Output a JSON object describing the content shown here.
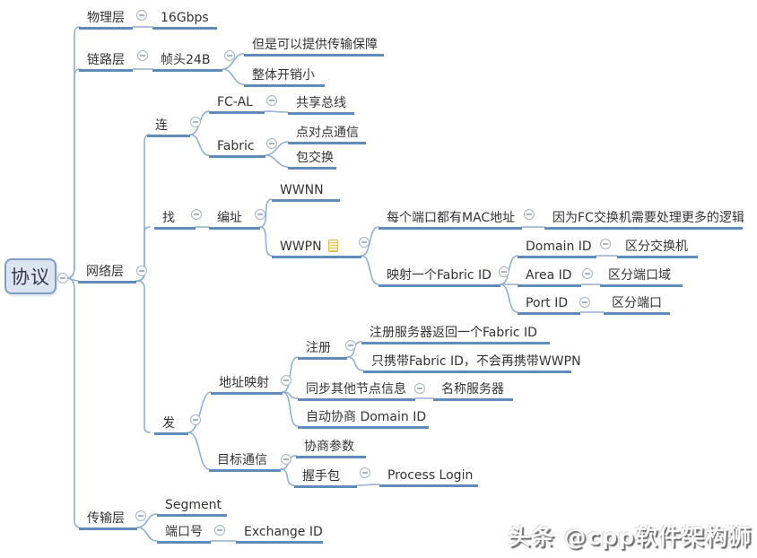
{
  "mindmap": {
    "root": {
      "label": "协议",
      "children": [
        {
          "label": "物理层",
          "children": [
            {
              "label": "16Gbps"
            }
          ]
        },
        {
          "label": "链路层",
          "children": [
            {
              "label": "帧头24B",
              "children": [
                {
                  "label": "但是可以提供传输保障"
                },
                {
                  "label": "整体开销小"
                }
              ]
            }
          ]
        },
        {
          "label": "网络层",
          "children": [
            {
              "label": "连",
              "children": [
                {
                  "label": "FC-AL",
                  "children": [
                    {
                      "label": "共享总线"
                    }
                  ]
                },
                {
                  "label": "Fabric",
                  "children": [
                    {
                      "label": "点对点通信"
                    },
                    {
                      "label": "包交换"
                    }
                  ]
                }
              ]
            },
            {
              "label": "找",
              "children": [
                {
                  "label": "编址",
                  "children": [
                    {
                      "label": "WWNN"
                    },
                    {
                      "label": "WWPN",
                      "has_note": true,
                      "children": [
                        {
                          "label": "每个端口都有MAC地址",
                          "children": [
                            {
                              "label": "因为FC交换机需要处理更多的逻辑"
                            }
                          ]
                        },
                        {
                          "label": "映射一个Fabric ID",
                          "children": [
                            {
                              "label": "Domain ID",
                              "children": [
                                {
                                  "label": "区分交换机"
                                }
                              ]
                            },
                            {
                              "label": "Area ID",
                              "children": [
                                {
                                  "label": "区分端口域"
                                }
                              ]
                            },
                            {
                              "label": "Port ID",
                              "children": [
                                {
                                  "label": "区分端口"
                                }
                              ]
                            }
                          ]
                        }
                      ]
                    }
                  ]
                }
              ]
            },
            {
              "label": "发",
              "children": [
                {
                  "label": "地址映射",
                  "children": [
                    {
                      "label": "注册",
                      "children": [
                        {
                          "label": "注册服务器返回一个Fabric ID"
                        },
                        {
                          "label": "只携带Fabric ID，不会再携带WWPN"
                        }
                      ]
                    },
                    {
                      "label": "同步其他节点信息",
                      "children": [
                        {
                          "label": "名称服务器"
                        }
                      ]
                    },
                    {
                      "label": "自动协商 Domain ID"
                    }
                  ]
                },
                {
                  "label": "目标通信",
                  "children": [
                    {
                      "label": "协商参数"
                    },
                    {
                      "label": "握手包",
                      "children": [
                        {
                          "label": "Process Login"
                        }
                      ]
                    }
                  ]
                }
              ]
            }
          ]
        },
        {
          "label": "传输层",
          "children": [
            {
              "label": "Segment"
            },
            {
              "label": "端口号",
              "children": [
                {
                  "label": "Exchange ID"
                }
              ]
            }
          ]
        }
      ]
    }
  },
  "icons": {
    "collapse": "minus-circle",
    "wwpn_attachment": "note-document"
  },
  "colors": {
    "branch_line": "#5f8bb7",
    "connector_line": "#93afcd",
    "root_fill": "#dbe5f1",
    "root_border": "#7e9dc0",
    "text": "#333333",
    "note_yellow": "#fbf2cd",
    "collapse_ring": "#a9b3c0"
  },
  "watermark": {
    "text": "头条 @cpp软件架构狮"
  }
}
